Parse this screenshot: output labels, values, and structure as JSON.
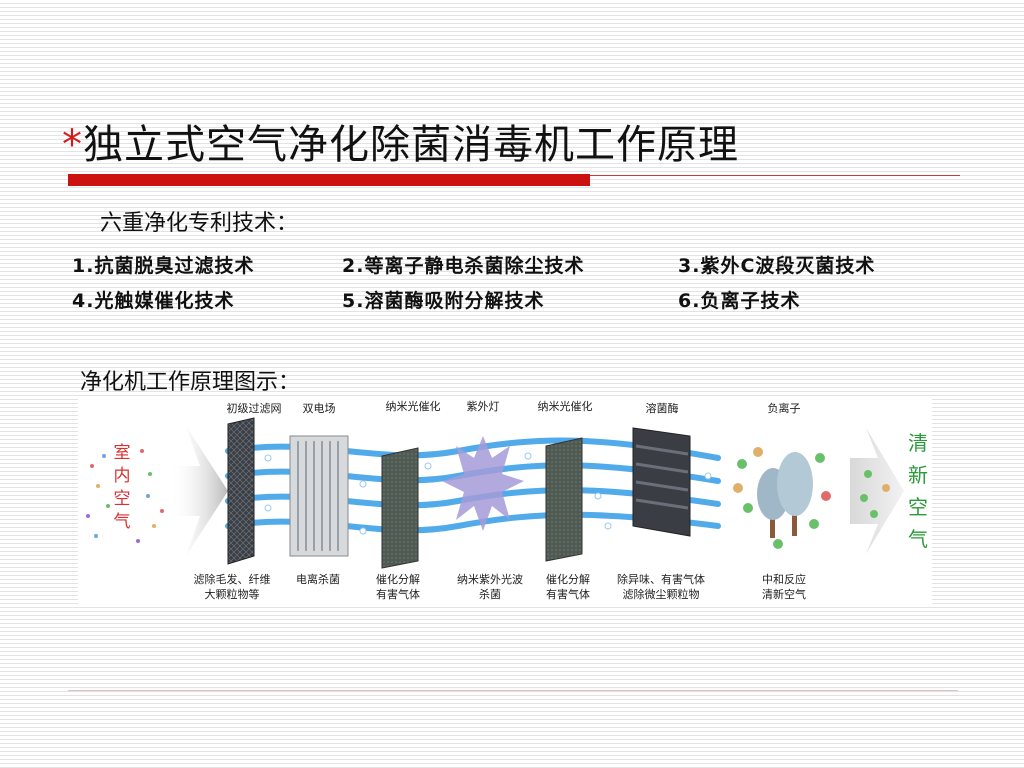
{
  "title": {
    "star": "*",
    "text": "独立式空气净化除菌消毒机工作原理"
  },
  "sub_heading": "六重净化专利技术：",
  "technologies": [
    "1.抗菌脱臭过滤技术",
    "2.等离子静电杀菌除尘技术",
    "3.紫外C波段灭菌技术",
    "4.光触媒催化技术",
    "5.溶菌酶吸附分解技术",
    "6.负离子技术"
  ],
  "diagram_heading": "净化机工作原理图示：",
  "diagram": {
    "input_label": [
      "室",
      "内",
      "空",
      "气"
    ],
    "output_label": [
      "清",
      "新",
      "空",
      "气"
    ],
    "stage_top_labels": [
      "初级过滤网",
      "双电场",
      "纳米光催化",
      "紫外灯",
      "纳米光催化",
      "溶菌酶",
      "负离子"
    ],
    "stage_bottom_labels": [
      [
        "滤除毛发、纤维",
        "大颗粒物等"
      ],
      [
        "电离杀菌"
      ],
      [
        "催化分解",
        "有害气体"
      ],
      [
        "纳米紫外光波",
        "杀菌"
      ],
      [
        "催化分解",
        "有害气体"
      ],
      [
        "除异味、有害气体",
        "滤除微尘颗粒物"
      ],
      [
        "中和反应",
        "清新空气"
      ]
    ],
    "colors": {
      "input": "#d93030",
      "output": "#2a9a3a",
      "flow": "#3fa2e8",
      "uv": "#a59ad8"
    }
  }
}
